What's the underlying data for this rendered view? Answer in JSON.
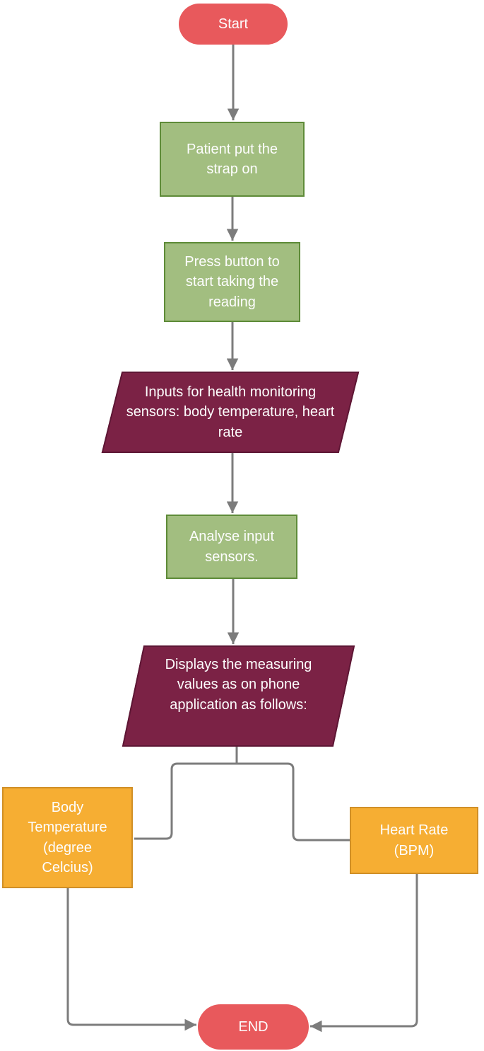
{
  "diagram": {
    "type": "flowchart",
    "subject": "Wearable health monitoring strap workflow",
    "colors": {
      "terminator_fill": "#e8595c",
      "process_fill": "#a2be80",
      "process_border": "#5e8b38",
      "io_fill": "#7b2245",
      "io_border": "#5d1634",
      "output_fill": "#f6ae33",
      "output_border": "#d08f27",
      "connector": "#7c7c7c",
      "text": "#fdfdfd",
      "background": "#ffffff"
    },
    "nodes": [
      {
        "id": "start",
        "shape": "terminator",
        "label": "Start"
      },
      {
        "id": "strap-on",
        "shape": "process",
        "label": "Patient put the strap on"
      },
      {
        "id": "press-button",
        "shape": "process",
        "label": "Press button to start taking the reading"
      },
      {
        "id": "sensor-inputs",
        "shape": "parallelogram",
        "label": "Inputs for health monitoring sensors: body temperature, heart rate"
      },
      {
        "id": "analyse",
        "shape": "process",
        "label": "Analyse input sensors."
      },
      {
        "id": "display",
        "shape": "parallelogram",
        "label": "Displays the measuring values as on phone application as follows:"
      },
      {
        "id": "body-temp",
        "shape": "rectangle",
        "label": "Body Temperature (degree Celcius)"
      },
      {
        "id": "heart-rate",
        "shape": "rectangle",
        "label": "Heart Rate (BPM)"
      },
      {
        "id": "end",
        "shape": "terminator",
        "label": "END"
      }
    ],
    "edges": [
      {
        "from": "start",
        "to": "strap-on",
        "arrowhead": true
      },
      {
        "from": "strap-on",
        "to": "press-button",
        "arrowhead": true
      },
      {
        "from": "press-button",
        "to": "sensor-inputs",
        "arrowhead": true
      },
      {
        "from": "sensor-inputs",
        "to": "analyse",
        "arrowhead": true
      },
      {
        "from": "analyse",
        "to": "display",
        "arrowhead": true
      },
      {
        "from": "display",
        "to": "body-temp",
        "arrowhead": false
      },
      {
        "from": "display",
        "to": "heart-rate",
        "arrowhead": false
      },
      {
        "from": "body-temp",
        "to": "end",
        "arrowhead": true
      },
      {
        "from": "heart-rate",
        "to": "end",
        "arrowhead": true
      }
    ]
  }
}
